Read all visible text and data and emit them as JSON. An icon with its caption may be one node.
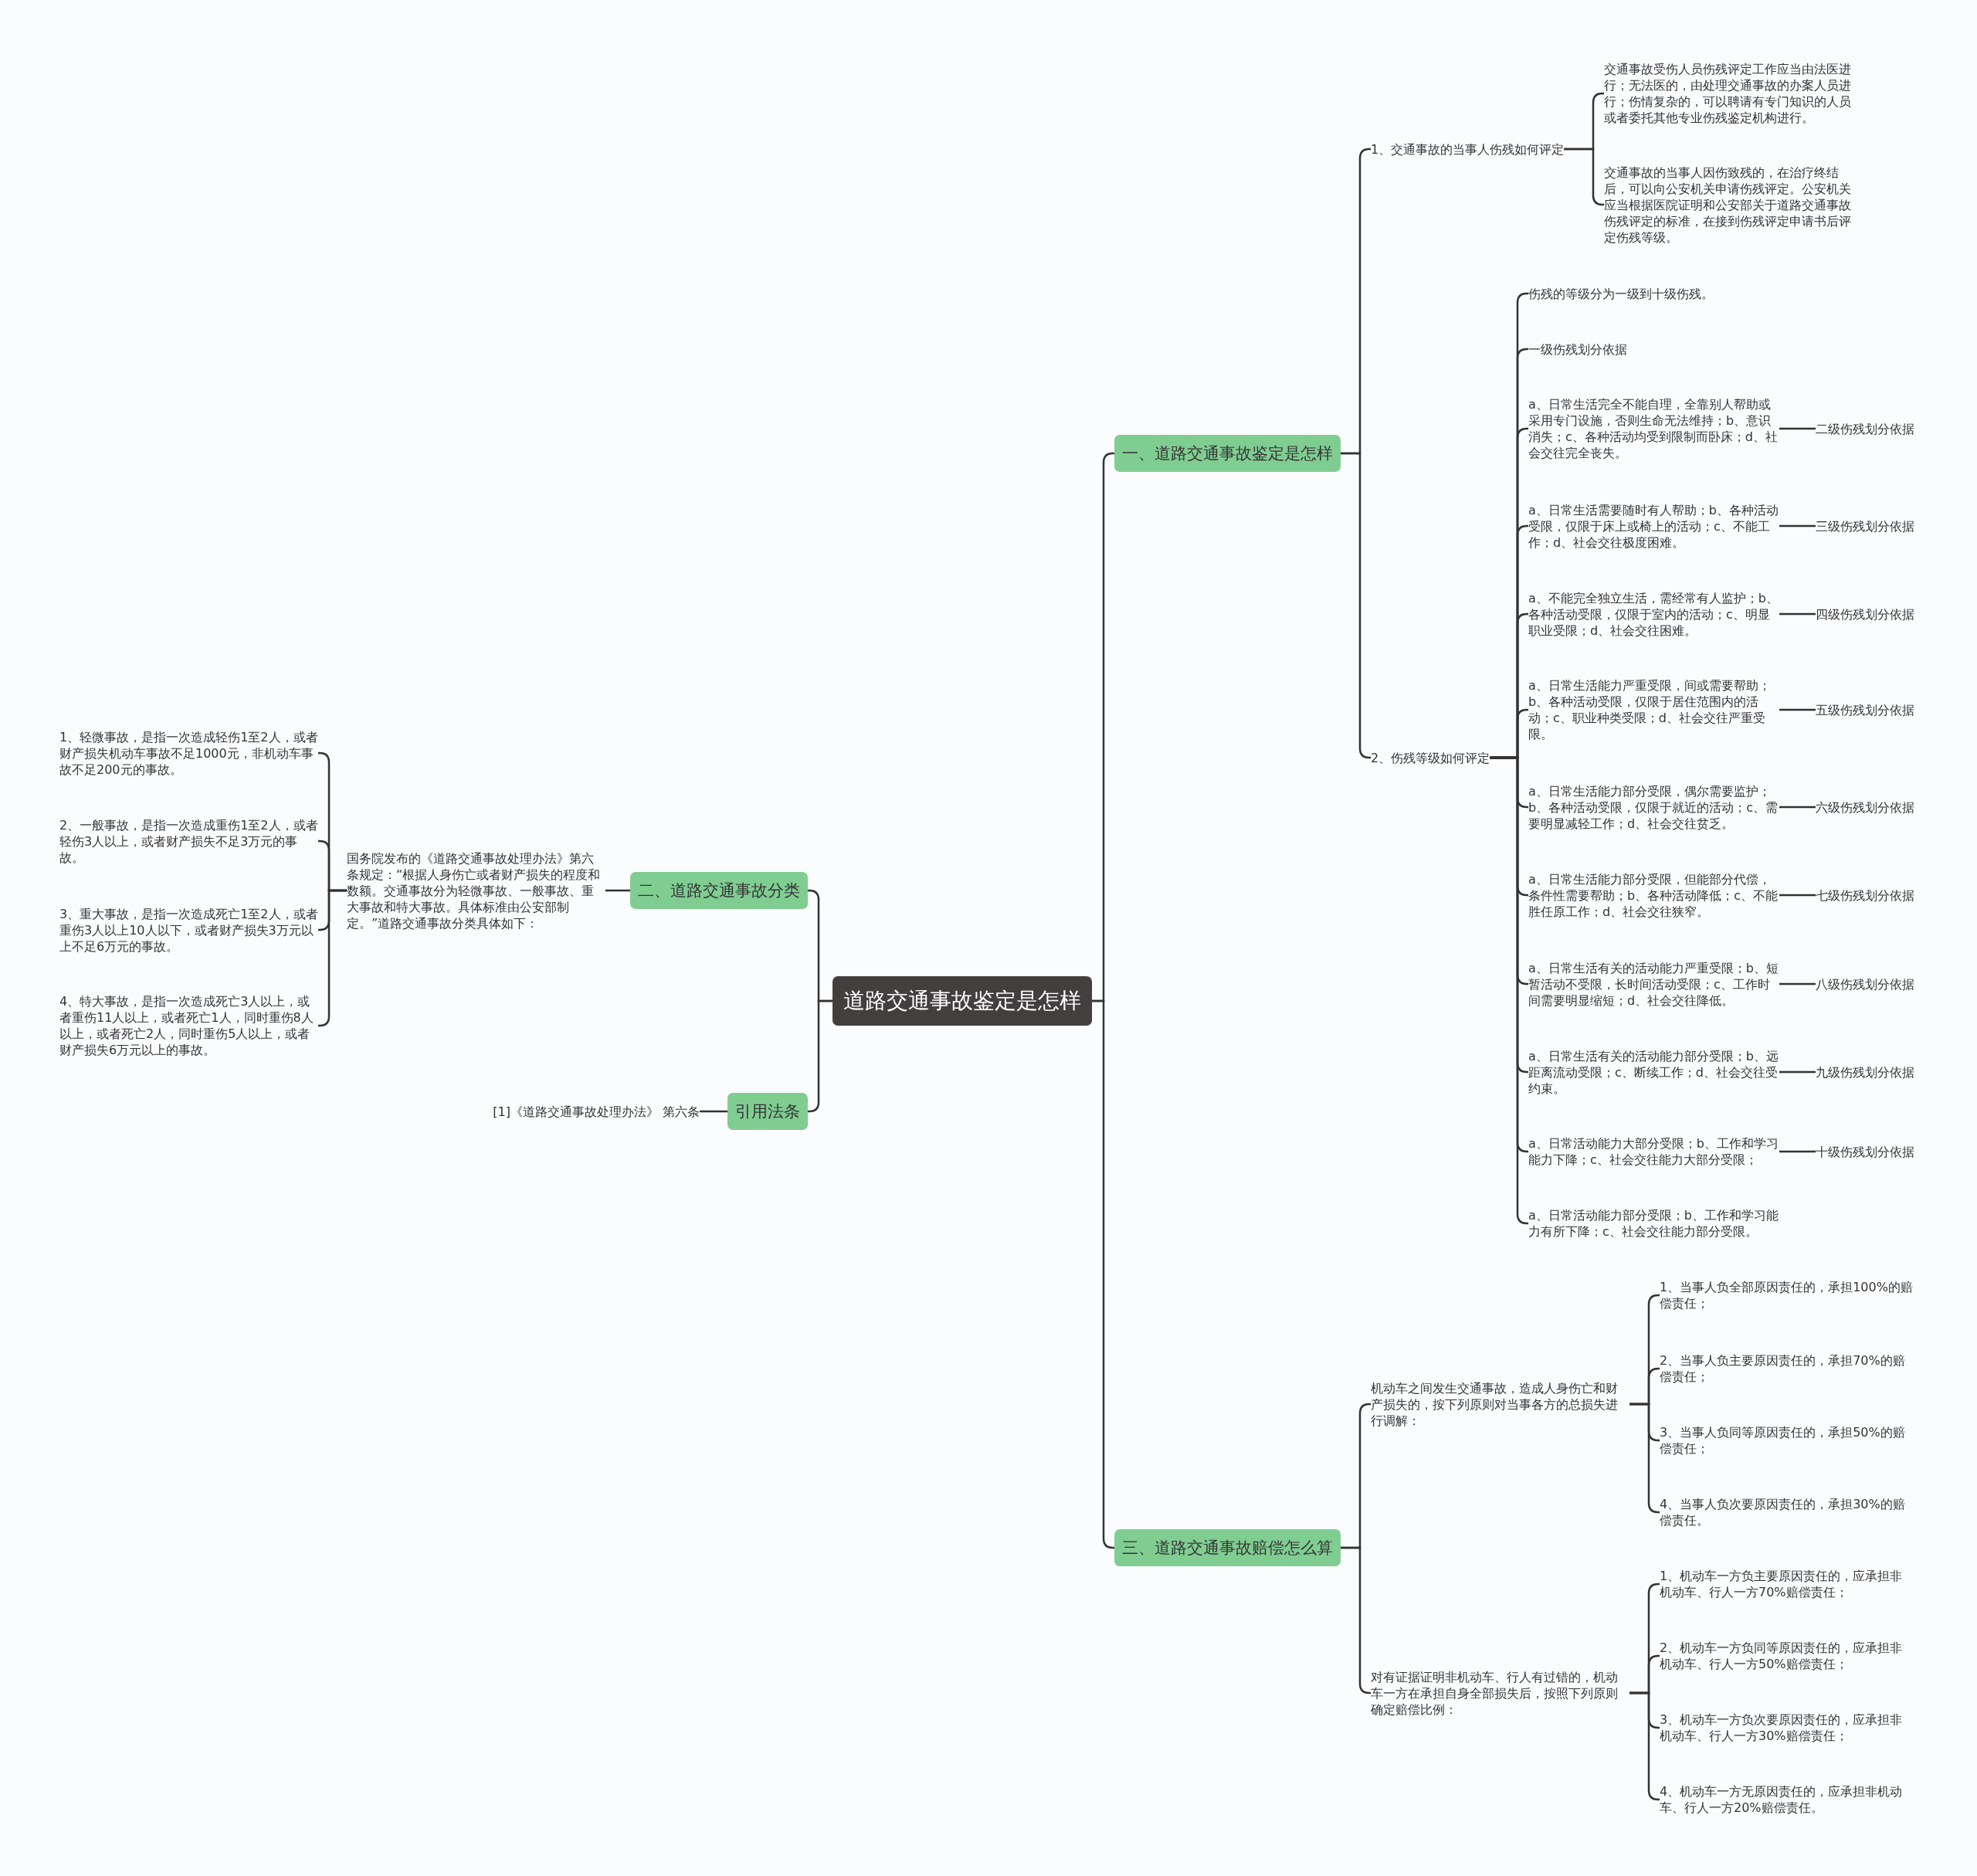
{
  "diagram": {
    "nodes": [
      {
        "text": [
          "道路交通事故鉴定是怎样"
        ]
      },
      {
        "text": [
          "一、道路交通事故鉴定是怎样"
        ]
      },
      {
        "text": [
          "1、交通事故的当事人伤残如何评定"
        ]
      },
      {
        "text": [
          "交通事故受伤人员伤残评定工作应当由法医进行；无法医的，由处理交通事故的办案人员进行；伤情复杂的，可以聘请有专门知识的人员或者委托其他专业伤残鉴定机构进行。"
        ]
      },
      {
        "text": [
          "交通事故的当事人因伤致残的，在治疗终结后，可以向公安机关申请伤残评定。公安机关应当根据医院证明和公安部关于道路交通事故伤残评定的标准，在接到伤残评定申请书后评定伤残等级。"
        ]
      },
      {
        "text": [
          "2、伤残等级如何评定"
        ]
      },
      {
        "text": [
          "伤残的等级分为一级到十级伤残。"
        ]
      },
      {
        "text": [
          "一级伤残划分依据"
        ]
      },
      {
        "text": [
          "a、日常生活完全不能自理，全靠别人帮助或采用专门设施，否则生命无法维持；b、意识消失；c、各种活动均受到限制而卧床；d、社会交往完全丧失。"
        ]
      },
      {
        "text": [
          "二级伤残划分依据"
        ]
      },
      {
        "text": [
          "a、日常生活需要随时有人帮助；b、各种活动受限，仅限于床上或椅上的活动；c、不能工作；d、社会交往极度困难。"
        ]
      },
      {
        "text": [
          "三级伤残划分依据"
        ]
      },
      {
        "text": [
          "a、不能完全独立生活，需经常有人监护；b、各种活动受限，仅限于室内的活动；c、明显职业受限；d、社会交往困难。"
        ]
      },
      {
        "text": [
          "四级伤残划分依据"
        ]
      },
      {
        "text": [
          "a、日常生活能力严重受限，间或需要帮助；b、各种活动受限，仅限于居住范围内的活动；c、职业种类受限；d、社会交往严重受限。"
        ]
      },
      {
        "text": [
          "五级伤残划分依据"
        ]
      },
      {
        "text": [
          "a、日常生活能力部分受限，偶尔需要监护；b、各种活动受限，仅限于就近的活动；c、需要明显减轻工作；d、社会交往贫乏。"
        ]
      },
      {
        "text": [
          "六级伤残划分依据"
        ]
      },
      {
        "text": [
          "a、日常生活能力部分受限，但能部分代偿，条件性需要帮助；b、各种活动降低；c、不能胜任原工作；d、社会交往狭窄。"
        ]
      },
      {
        "text": [
          "七级伤残划分依据"
        ]
      },
      {
        "text": [
          "a、日常生活有关的活动能力严重受限；b、短暂活动不受限，长时间活动受限；c、工作时间需要明显缩短；d、社会交往降低。"
        ]
      },
      {
        "text": [
          "八级伤残划分依据"
        ]
      },
      {
        "text": [
          "a、日常生活有关的活动能力部分受限；b、远距离流动受限；c、断续工作；d、社会交往受约束。"
        ]
      },
      {
        "text": [
          "九级伤残划分依据"
        ]
      },
      {
        "text": [
          "a、日常活动能力大部分受限；b、工作和学习能力下降；c、社会交往能力大部分受限；"
        ]
      },
      {
        "text": [
          "十级伤残划分依据"
        ]
      },
      {
        "text": [
          "a、日常活动能力部分受限；b、工作和学习能力有所下降；c、社会交往能力部分受限。"
        ]
      },
      {
        "text": [
          "三、道路交通事故赔偿怎么算"
        ]
      },
      {
        "text": [
          "机动车之间发生交通事故，造成人身伤亡和财产损失的，按下列原则对当事各方的总损失进行调解："
        ]
      },
      {
        "text": [
          "1、当事人负全部原因责任的，承担100%的赔偿责任；"
        ]
      },
      {
        "text": [
          "2、当事人负主要原因责任的，承担70%的赔偿责任；"
        ]
      },
      {
        "text": [
          "3、当事人负同等原因责任的，承担50%的赔偿责任；"
        ]
      },
      {
        "text": [
          "4、当事人负次要原因责任的，承担30%的赔偿责任。"
        ]
      },
      {
        "text": [
          "对有证据证明非机动车、行人有过错的，机动车一方在承担自身全部损失后，按照下列原则确定赔偿比例："
        ]
      },
      {
        "text": [
          "1、机动车一方负主要原因责任的，应承担非机动车、行人一方70%赔偿责任；"
        ]
      },
      {
        "text": [
          "2、机动车一方负同等原因责任的，应承担非机动车、行人一方50%赔偿责任；"
        ]
      },
      {
        "text": [
          "3、机动车一方负次要原因责任的，应承担非机动车、行人一方30%赔偿责任；"
        ]
      },
      {
        "text": [
          "4、机动车一方无原因责任的，应承担非机动车、行人一方20%赔偿责任。"
        ]
      },
      {
        "text": [
          "二、道路交通事故分类"
        ]
      },
      {
        "text": [
          "国务院发布的《道路交通事故处理办法》第六条规定：“根据人身伤亡或者财产损失的程度和数额。交通事故分为轻微事故、一般事故、重大事故和特大事故。具体标准由公安部制定。”道路交通事故分类具体如下："
        ]
      },
      {
        "text": [
          "1、轻微事故，是指一次造成轻伤1至2人，或者财产损失机动车事故不足1000元，非机动车事故不足200元的事故。"
        ]
      },
      {
        "text": [
          "2、一般事故，是指一次造成重伤1至2人，或者轻伤3人以上，或者财产损失不足3万元的事故。"
        ]
      },
      {
        "text": [
          "3、重大事故，是指一次造成死亡1至2人，或者重伤3人以上10人以下，或者财产损失3万元以上不足6万元的事故。"
        ]
      },
      {
        "text": [
          "4、特大事故，是指一次造成死亡3人以上，或者重伤11人以上，或者死亡1人，同时重伤8人以上，或者死亡2人，同时重伤5人以上，或者财产损失6万元以上的事故。"
        ]
      },
      {
        "text": [
          "引用法条"
        ]
      },
      {
        "text": [
          "[1]《道路交通事故处理办法》 第六条"
        ]
      }
    ],
    "edges": [
      {
        "from": 0,
        "to": 1,
        "arrow": "none"
      },
      {
        "from": 1,
        "to": 2,
        "arrow": "none"
      },
      {
        "from": 2,
        "to": 3,
        "arrow": "none"
      },
      {
        "from": 2,
        "to": 4,
        "arrow": "none"
      },
      {
        "from": 1,
        "to": 5,
        "arrow": "none"
      },
      {
        "from": 5,
        "to": 6,
        "arrow": "none"
      },
      {
        "from": 5,
        "to": 7,
        "arrow": "none"
      },
      {
        "from": 5,
        "to": 8,
        "arrow": "none"
      },
      {
        "from": 8,
        "to": 9,
        "arrow": "none"
      },
      {
        "from": 5,
        "to": 10,
        "arrow": "none"
      },
      {
        "from": 10,
        "to": 11,
        "arrow": "none"
      },
      {
        "from": 5,
        "to": 12,
        "arrow": "none"
      },
      {
        "from": 12,
        "to": 13,
        "arrow": "none"
      },
      {
        "from": 5,
        "to": 14,
        "arrow": "none"
      },
      {
        "from": 14,
        "to": 15,
        "arrow": "none"
      },
      {
        "from": 5,
        "to": 16,
        "arrow": "none"
      },
      {
        "from": 16,
        "to": 17,
        "arrow": "none"
      },
      {
        "from": 5,
        "to": 18,
        "arrow": "none"
      },
      {
        "from": 18,
        "to": 19,
        "arrow": "none"
      },
      {
        "from": 5,
        "to": 20,
        "arrow": "none"
      },
      {
        "from": 20,
        "to": 21,
        "arrow": "none"
      },
      {
        "from": 5,
        "to": 22,
        "arrow": "none"
      },
      {
        "from": 22,
        "to": 23,
        "arrow": "none"
      },
      {
        "from": 5,
        "to": 24,
        "arrow": "none"
      },
      {
        "from": 24,
        "to": 25,
        "arrow": "none"
      },
      {
        "from": 5,
        "to": 26,
        "arrow": "none"
      },
      {
        "from": 0,
        "to": 27,
        "arrow": "none"
      },
      {
        "from": 27,
        "to": 28,
        "arrow": "none"
      },
      {
        "from": 28,
        "to": 29,
        "arrow": "none"
      },
      {
        "from": 28,
        "to": 30,
        "arrow": "none"
      },
      {
        "from": 28,
        "to": 31,
        "arrow": "none"
      },
      {
        "from": 28,
        "to": 32,
        "arrow": "none"
      },
      {
        "from": 27,
        "to": 33,
        "arrow": "none"
      },
      {
        "from": 33,
        "to": 34,
        "arrow": "none"
      },
      {
        "from": 33,
        "to": 35,
        "arrow": "none"
      },
      {
        "from": 33,
        "to": 36,
        "arrow": "none"
      },
      {
        "from": 33,
        "to": 37,
        "arrow": "none"
      },
      {
        "from": 0,
        "to": 38,
        "arrow": "none"
      },
      {
        "from": 38,
        "to": 39,
        "arrow": "none"
      },
      {
        "from": 39,
        "to": 40,
        "arrow": "none"
      },
      {
        "from": 39,
        "to": 41,
        "arrow": "none"
      },
      {
        "from": 39,
        "to": 42,
        "arrow": "none"
      },
      {
        "from": 39,
        "to": 43,
        "arrow": "none"
      },
      {
        "from": 0,
        "to": 44,
        "arrow": "none"
      },
      {
        "from": 44,
        "to": 45,
        "arrow": "none"
      }
    ]
  }
}
